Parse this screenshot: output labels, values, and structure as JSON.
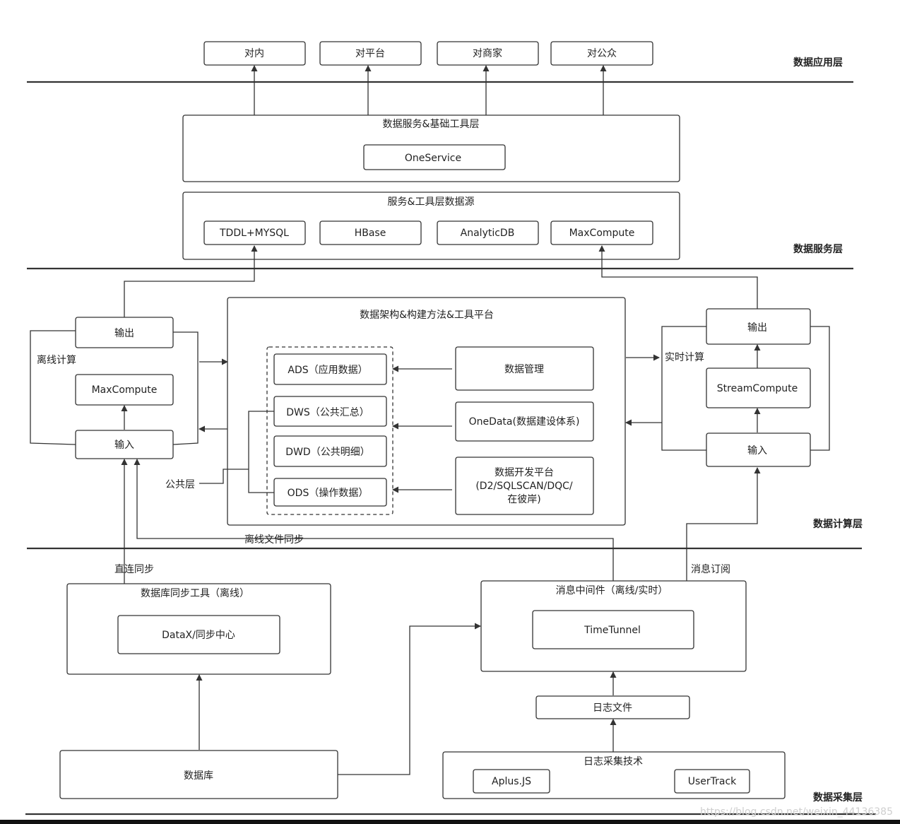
{
  "layers": {
    "app": "数据应用层",
    "service": "数据服务层",
    "compute": "数据计算层",
    "collect": "数据采集层"
  },
  "app_targets": [
    "对内",
    "对平台",
    "对商家",
    "对公众"
  ],
  "service_layer": {
    "title": "数据服务&基础工具层",
    "one_service": "OneService"
  },
  "datasource": {
    "title": "服务&工具层数据源",
    "items": [
      "TDDL+MYSQL",
      "HBase",
      "AnalyticDB",
      "MaxCompute"
    ]
  },
  "offline": {
    "label": "离线计算",
    "output": "输出",
    "engine": "MaxCompute",
    "input": "输入"
  },
  "realtime": {
    "label": "实时计算",
    "output": "输出",
    "engine": "StreamCompute",
    "input": "输入"
  },
  "platform": {
    "title": "数据架构&构建方法&工具平台",
    "layers": [
      "ADS（应用数据）",
      "DWS（公共汇总）",
      "DWD（公共明细）",
      "ODS（操作数据）"
    ],
    "public_layer": "公共层",
    "mgmt": "数据管理",
    "onedata": "OneData(数据建设体系)",
    "devplat": [
      "数据开发平台",
      "(D2/SQLSCAN/DQC/",
      "在彼岸)"
    ]
  },
  "sync": {
    "offline_file": "离线文件同步",
    "direct": "直连同步",
    "subscribe": "消息订阅"
  },
  "db_sync": {
    "title": "数据库同步工具（离线）",
    "datax": "DataX/同步中心",
    "database": "数据库"
  },
  "mq": {
    "title": "消息中间件（离线/实时）",
    "timetunnel": "TimeTunnel",
    "logfile": "日志文件"
  },
  "log_collect": {
    "title": "日志采集技术",
    "aplus": "Aplus.JS",
    "usertrack": "UserTrack"
  },
  "watermark": "https://blog.csdn.net/weixin_44136385"
}
